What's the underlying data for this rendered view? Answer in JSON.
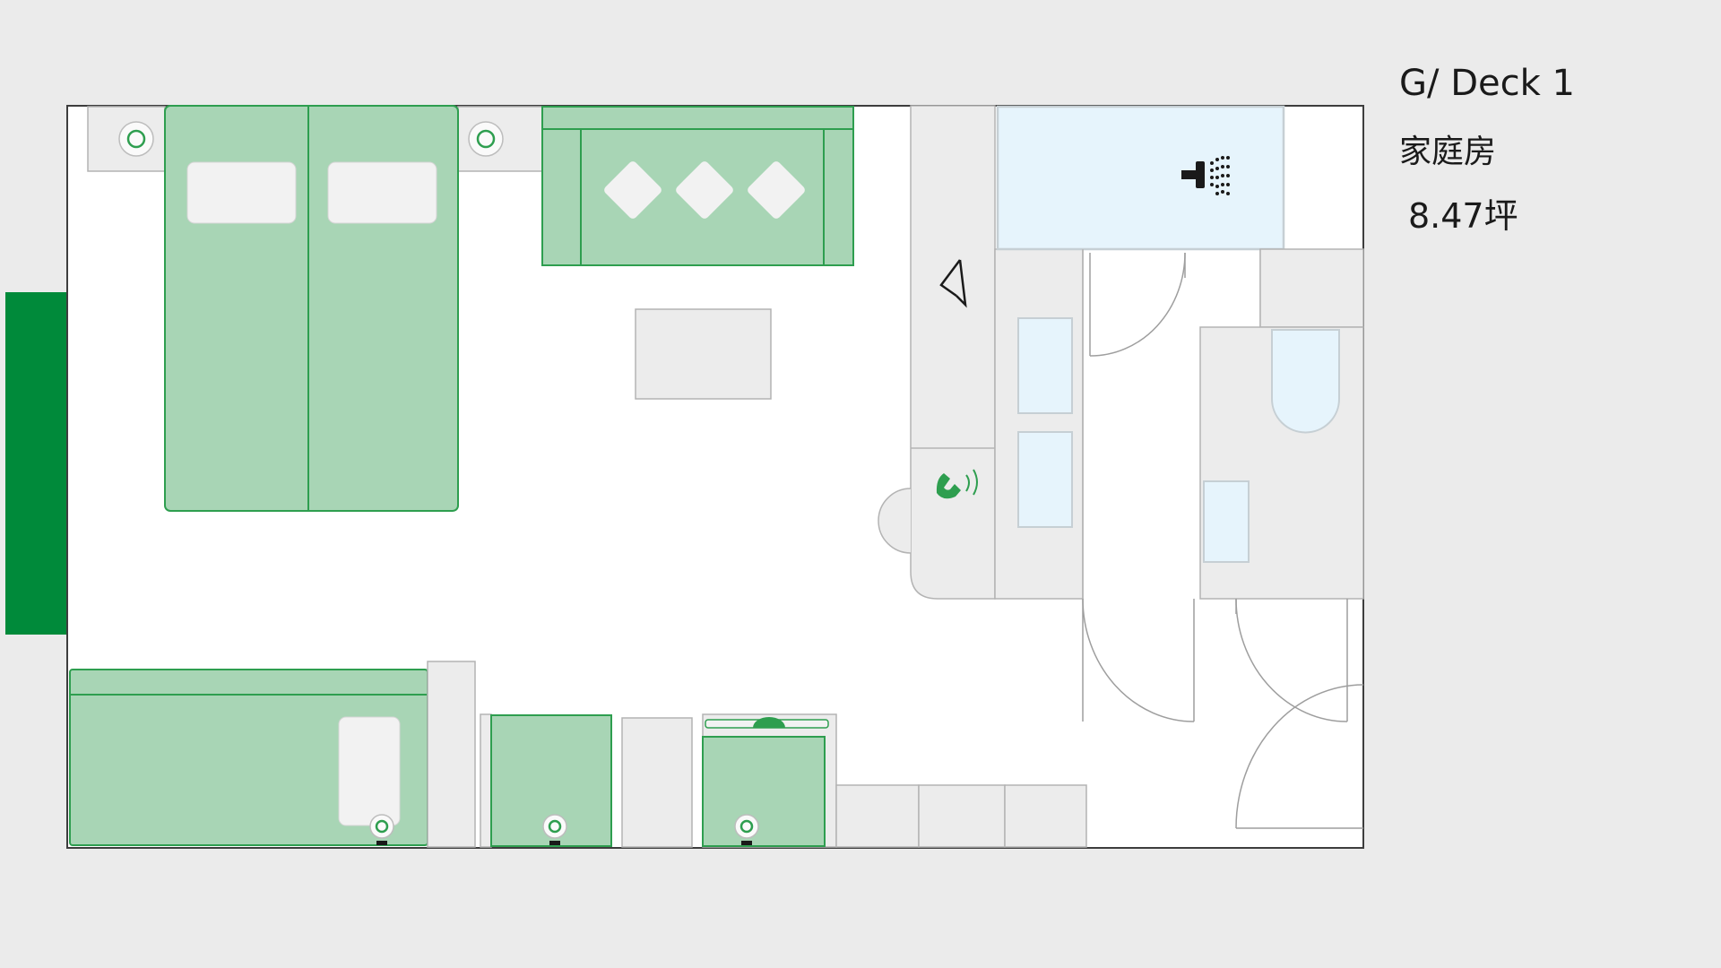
{
  "cabin": {
    "deck": "G/ Deck 1",
    "room_type": "家庭房",
    "area": "8.47坪"
  },
  "colors": {
    "background": "#ebebeb",
    "floor": "#ffffff",
    "furniture_fill": "#a8d5b5",
    "furniture_stroke": "#2e9e4f",
    "balcony": "#008a3a",
    "fixture_gray": "#ececec",
    "line_gray": "#b3b3b3",
    "glass_blue": "#e6f4fc",
    "pillow": "#f2f2f2"
  },
  "icons": [
    "shower-icon",
    "hanger-icon",
    "phone-icon",
    "reading-light-icon"
  ]
}
